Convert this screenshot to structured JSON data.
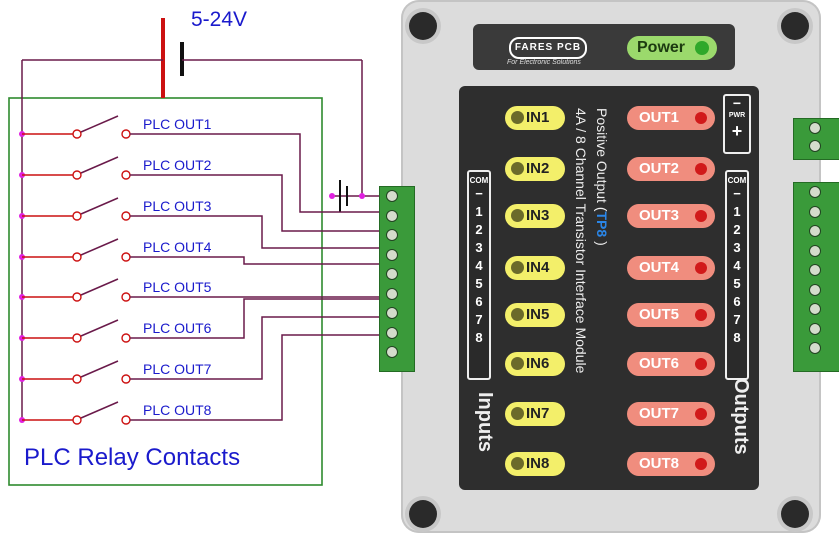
{
  "supply": {
    "label": "5-24V"
  },
  "relay_box": {
    "title": "PLC Relay Contacts",
    "outputs": [
      "PLC OUT1",
      "PLC OUT2",
      "PLC OUT3",
      "PLC OUT4",
      "PLC OUT5",
      "PLC OUT6",
      "PLC OUT7",
      "PLC OUT8"
    ]
  },
  "module": {
    "brand": "FARES PCB",
    "brand_tagline": "For Electronic Solutions",
    "power_label": "Power",
    "title_line1": "4A / 8 Channel Transistor Interface Module",
    "title_line2_prefix": "Positive Output (",
    "title_line2_code": "TP8",
    "title_line2_suffix": " )",
    "inputs_label": "Inputs",
    "outputs_label": "Outputs",
    "com_label": "COM",
    "pwr_label": "PWR",
    "pwr_minus": "−",
    "pwr_plus": "+",
    "inputs": [
      "IN1",
      "IN2",
      "IN3",
      "IN4",
      "IN5",
      "IN6",
      "IN7",
      "IN8"
    ],
    "outputs": [
      "OUT1",
      "OUT2",
      "OUT3",
      "OUT4",
      "OUT5",
      "OUT6",
      "OUT7",
      "OUT8"
    ],
    "channel_numbers": [
      "1",
      "2",
      "3",
      "4",
      "5",
      "6",
      "7",
      "8"
    ]
  },
  "colors": {
    "wire": "#cc1111",
    "signal_wire": "#6a1a4a",
    "relay_box_border": "#2e8b2e",
    "label_text": "#1a1acc",
    "terminal_green": "#3a9a3a",
    "input_led": "#f3ef6a",
    "output_led": "#f08d7e",
    "power_led": "#9bd96c"
  }
}
